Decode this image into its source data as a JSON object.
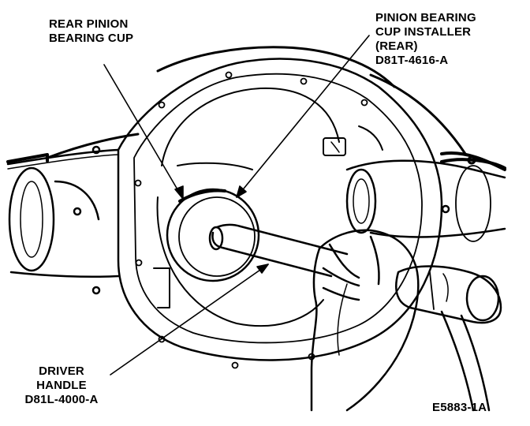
{
  "callouts": {
    "rear_pinion_bearing_cup": {
      "line1": "REAR PINION",
      "line2": "BEARING CUP"
    },
    "pinion_bearing_cup_installer": {
      "line1": "PINION BEARING",
      "line2": "CUP INSTALLER",
      "line3": "(REAR)",
      "part_number": "D81T-4616-A"
    },
    "driver_handle": {
      "line1": "DRIVER",
      "line2": "HANDLE",
      "part_number": "D81L-4000-A"
    }
  },
  "figure_id": "E5883-1A",
  "colors": {
    "ink": "#000000",
    "paper": "#ffffff"
  }
}
